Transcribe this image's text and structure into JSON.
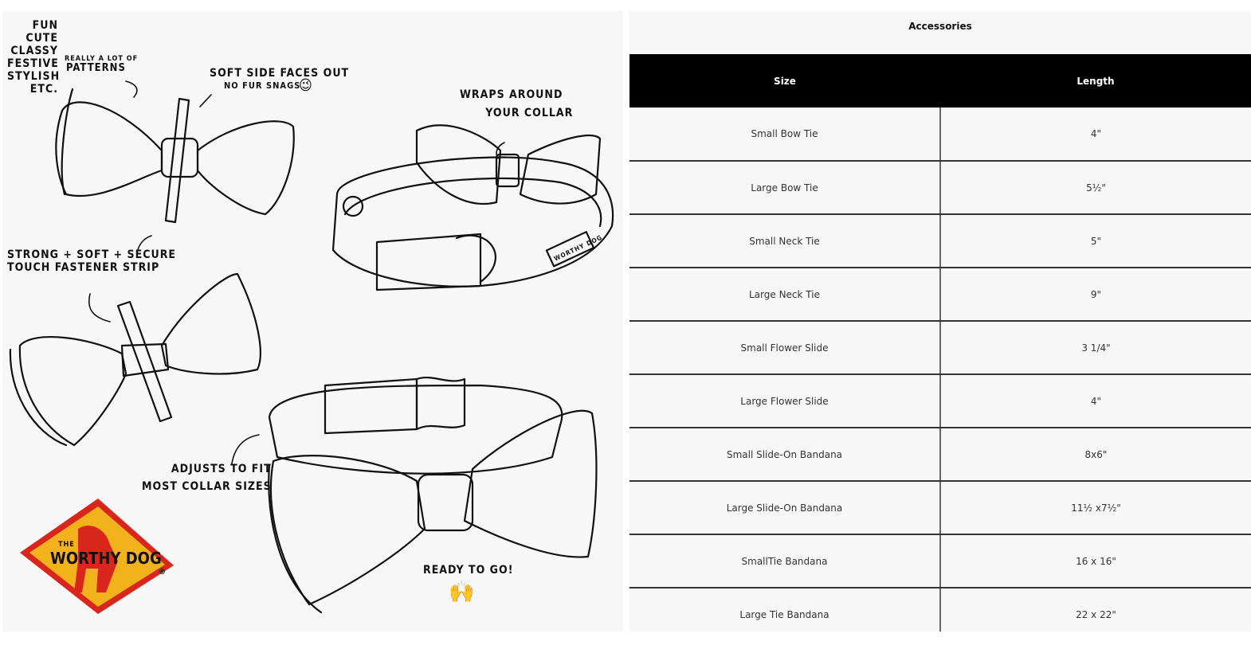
{
  "illustration": {
    "labels": {
      "adjectives": "FUN\nCUTE\nCLASSY\nFESTIVE\nSTYLISH\nETC.",
      "patterns_small": "REALLY A LOT OF",
      "patterns": "PATTERNS",
      "soft_side": "SOFT SIDE FACES OUT",
      "no_fur": "NO FUR SNAGS",
      "wraps": "WRAPS AROUND\n      YOUR COLLAR",
      "strong": "STRONG + SOFT + SECURE\nTOUCH FASTENER STRIP",
      "adjusts": "ADJUSTS TO FIT\nMOST COLLAR SIZES",
      "ready": "READY TO GO!"
    },
    "emojis": {
      "wink": "😉",
      "raised_hands": "🙌"
    },
    "logo": {
      "text_the": "THE",
      "text_brand": "WORTHY DOG",
      "registered": "®",
      "colors": {
        "fill": "#f2b21b",
        "border": "#d9261c",
        "dog": "#d9261c"
      }
    },
    "collar_tag": "WORTHY DOG"
  },
  "table": {
    "title": "Accessories",
    "headers": [
      "Size",
      "Length"
    ],
    "rows": [
      [
        "Small Bow Tie",
        "4\""
      ],
      [
        "Large Bow Tie",
        "5½\""
      ],
      [
        "Small Neck Tie",
        "5\""
      ],
      [
        "Large Neck Tie",
        "9\""
      ],
      [
        "Small Flower Slide",
        "3 1/4\""
      ],
      [
        "Large Flower Slide",
        "4\""
      ],
      [
        "Small Slide-On Bandana",
        "8x6\""
      ],
      [
        "Large Slide-On Bandana",
        "11½ x7½\""
      ],
      [
        "SmallTie Bandana",
        "16 x 16\""
      ],
      [
        "Large Tie Bandana",
        "22 x 22\""
      ]
    ]
  }
}
